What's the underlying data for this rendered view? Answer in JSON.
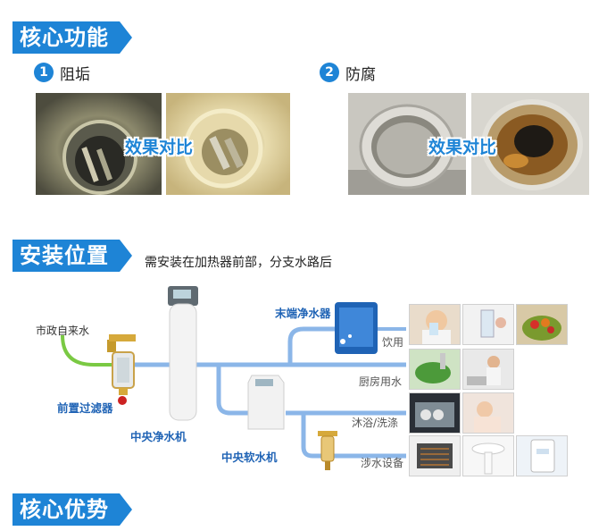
{
  "sections": {
    "core_function": "核心功能",
    "install_position": "安装位置",
    "core_advantage": "核心优势"
  },
  "features": [
    {
      "number": "1",
      "label": "阻垢",
      "compare": "效果对比"
    },
    {
      "number": "2",
      "label": "防腐",
      "compare": "效果对比"
    }
  ],
  "install_note": "需安装在加热器前部，分支水路后",
  "diagram": {
    "municipal_water": "市政自来水",
    "prefilter": "前置过滤器",
    "central_purifier": "中央净水机",
    "terminal_purifier": "末端净水器",
    "central_softener": "中央软水机",
    "uses": [
      "饮用",
      "厨房用水",
      "沐浴/洗涤",
      "涉水设备"
    ]
  },
  "colors": {
    "accent": "#1e84d6",
    "pipe": "#8bb6e8",
    "green_pipe": "#7ac943"
  }
}
